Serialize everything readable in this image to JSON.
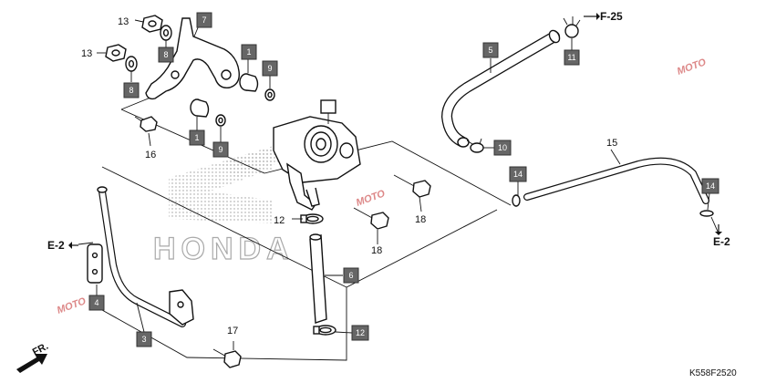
{
  "diagram": {
    "code": "K558F2520",
    "watermark_brand": "HONDA",
    "watermark_site": "MOTO",
    "direction_label": "FR.",
    "refs": {
      "f25": "F-25",
      "e2_left": "E-2",
      "e2_right": "E-2"
    },
    "plain_labels": {
      "l13a": "13",
      "l13b": "13",
      "l15": "15",
      "l16": "16",
      "l17": "17",
      "l18a": "18",
      "l18b": "18",
      "l12": "12"
    },
    "boxed_labels": {
      "b1a": "1",
      "b1b": "1",
      "b3": "3",
      "b4": "4",
      "b5": "5",
      "b6": "6",
      "b7": "7",
      "b8a": "8",
      "b8b": "8",
      "b9a": "9",
      "b9b": "9",
      "b10": "10",
      "b11": "11",
      "b12": "12",
      "b14a": "14",
      "b14b": "14"
    }
  }
}
